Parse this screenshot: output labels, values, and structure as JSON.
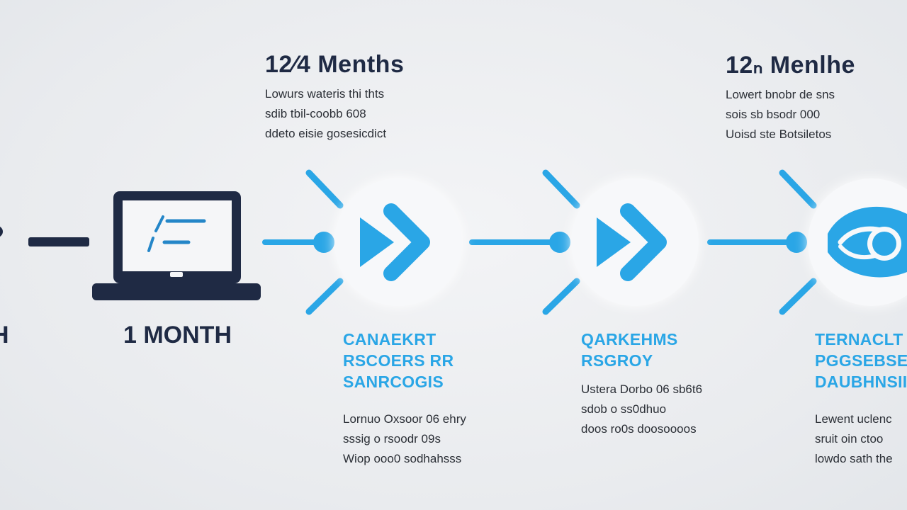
{
  "colors": {
    "accent": "#2aa6e6",
    "dark": "#1f2a44",
    "background": "#e9ebee"
  },
  "left_edge": {
    "label_fragment": "H"
  },
  "step_start": {
    "icon": "laptop-icon",
    "label": "1 MONTH"
  },
  "milestones": [
    {
      "title": "12⁄4 Menths",
      "lines": [
        "Lowurs wateris thi thts",
        "sdib tbil-coobb 608",
        "ddeto eisie gosesicdict"
      ]
    },
    {
      "title": "12ₙ Menlhe",
      "lines": [
        "Lowert bnobr de sns",
        "sois sb bsodr 000",
        "Uoisd ste Botsiletos"
      ]
    }
  ],
  "steps": [
    {
      "icon": "fast-forward-icon",
      "heading": [
        "CANAEKRT",
        "RSCOERS RR",
        "SANRCOGIS"
      ],
      "lines": [
        "Lornuo Oxsoor 06 ehry",
        "sssig o rsoodr 09s",
        "Wiop ooo0 sodhahsss"
      ]
    },
    {
      "icon": "fast-forward-icon",
      "heading": [
        "QARKEHMS",
        "RSGROY"
      ],
      "lines": [
        "Ustera Dorbo 06 sb6t6",
        "sdob o ss0dhuo",
        "doos ro0s doosoooos"
      ]
    },
    {
      "icon": "eye-icon",
      "heading": [
        "TERNACLT",
        "PGGSEBSES",
        "DAUBHNSIIS"
      ],
      "lines": [
        "Lewent uclenc",
        "sruit oin ctoo",
        "lowdo sath the"
      ]
    }
  ]
}
